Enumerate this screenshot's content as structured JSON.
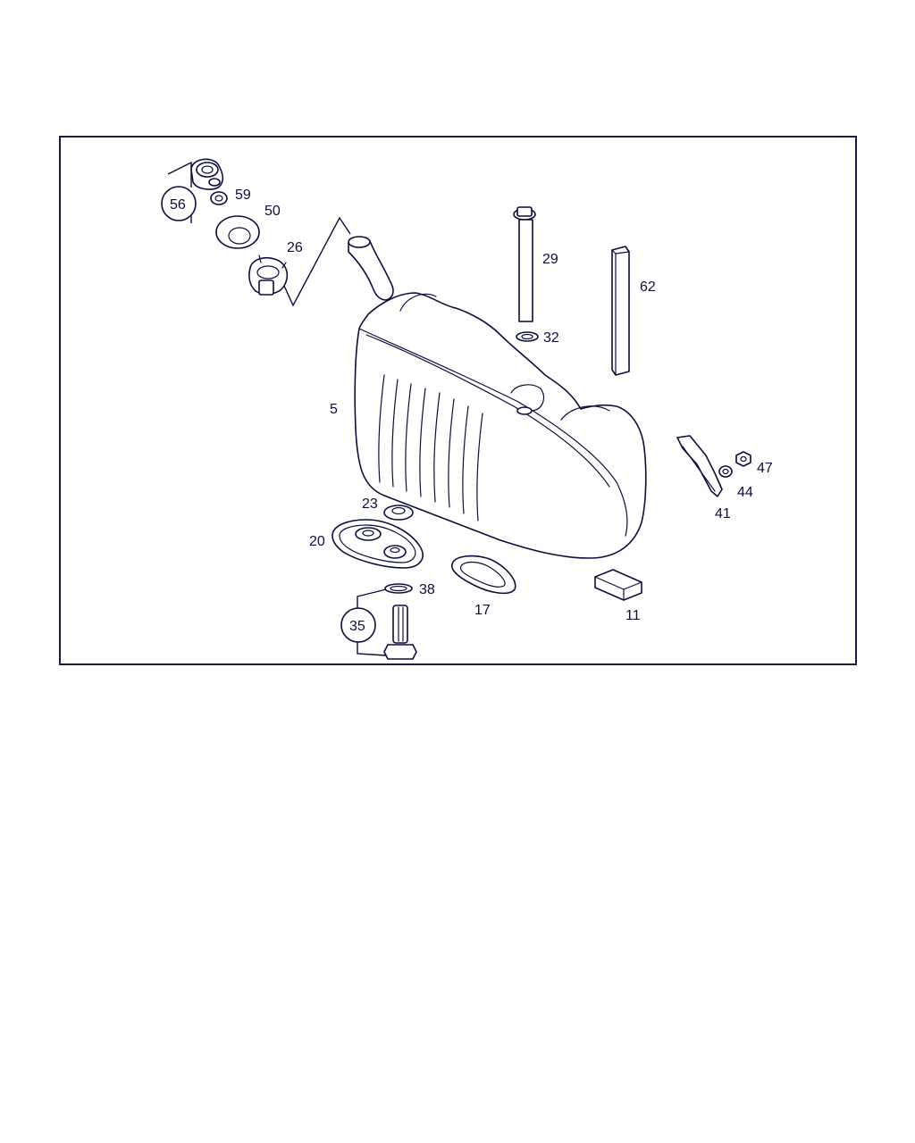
{
  "diagram": {
    "labels": {
      "p5": "5",
      "p11": "11",
      "p17": "17",
      "p20": "20",
      "p23": "23",
      "p26": "26",
      "p29": "29",
      "p32": "32",
      "p35": "35",
      "p38": "38",
      "p41": "41",
      "p44": "44",
      "p47": "47",
      "p50": "50",
      "p56": "56",
      "p59": "59",
      "p62": "62"
    },
    "ink_color": "#0d0d40"
  }
}
